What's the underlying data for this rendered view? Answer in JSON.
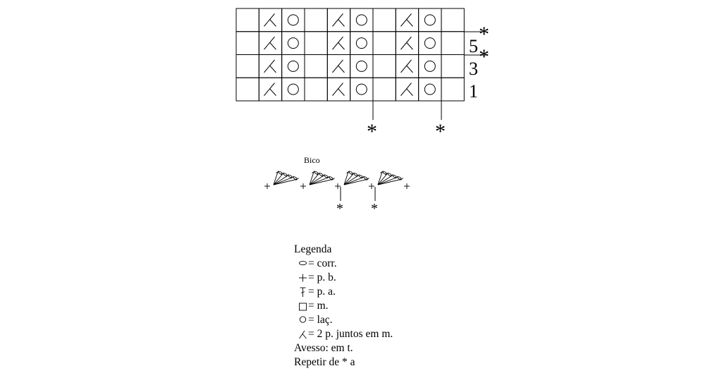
{
  "chart": {
    "row_numbers": [
      "5",
      "3",
      "1"
    ],
    "repeat_marker": "*"
  },
  "bico": {
    "title": "Bico",
    "repeat_marker": "*"
  },
  "legend": {
    "title": "Legenda",
    "items": [
      {
        "icon": "oval-icon",
        "text": "= corr."
      },
      {
        "icon": "plus-icon",
        "text": "= p. b."
      },
      {
        "icon": "treble-stitch-icon",
        "text": "= p. a."
      },
      {
        "icon": "square-icon",
        "text": "= m."
      },
      {
        "icon": "circle-icon",
        "text": "= laç."
      },
      {
        "icon": "decrease-icon",
        "text": "= 2 p. juntos em m."
      }
    ],
    "notes": [
      "Avesso: em t.",
      "Repetir de * a"
    ]
  }
}
